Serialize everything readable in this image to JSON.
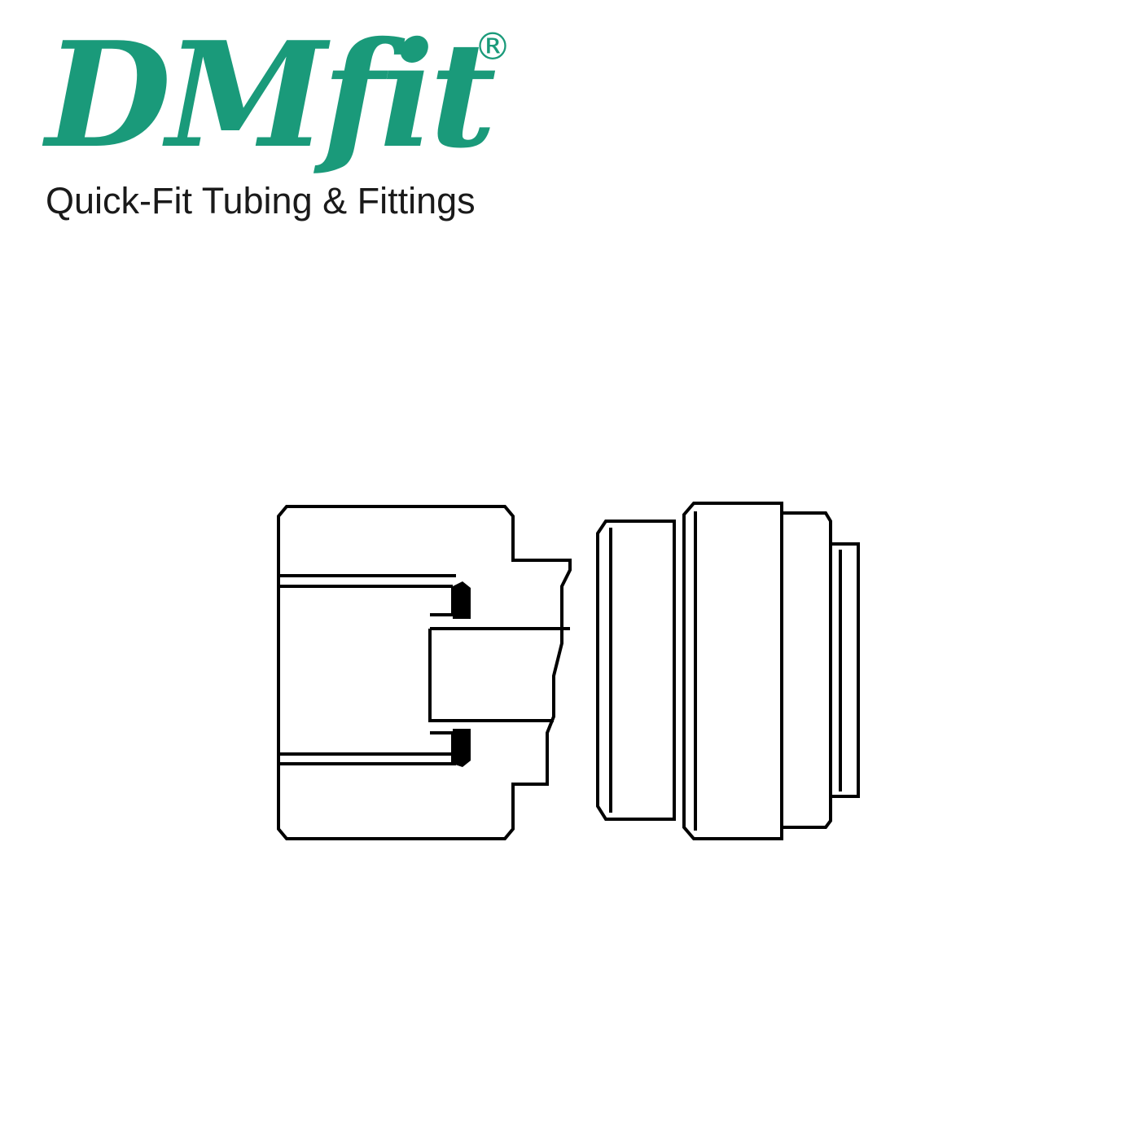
{
  "logo": {
    "brand": "DMfit",
    "registered_mark": "®",
    "tagline": "Quick-Fit Tubing & Fittings",
    "brand_color": "#1a9a7a"
  },
  "drawing": {
    "subject": "fitting-side-view",
    "line_color": "#000000"
  }
}
